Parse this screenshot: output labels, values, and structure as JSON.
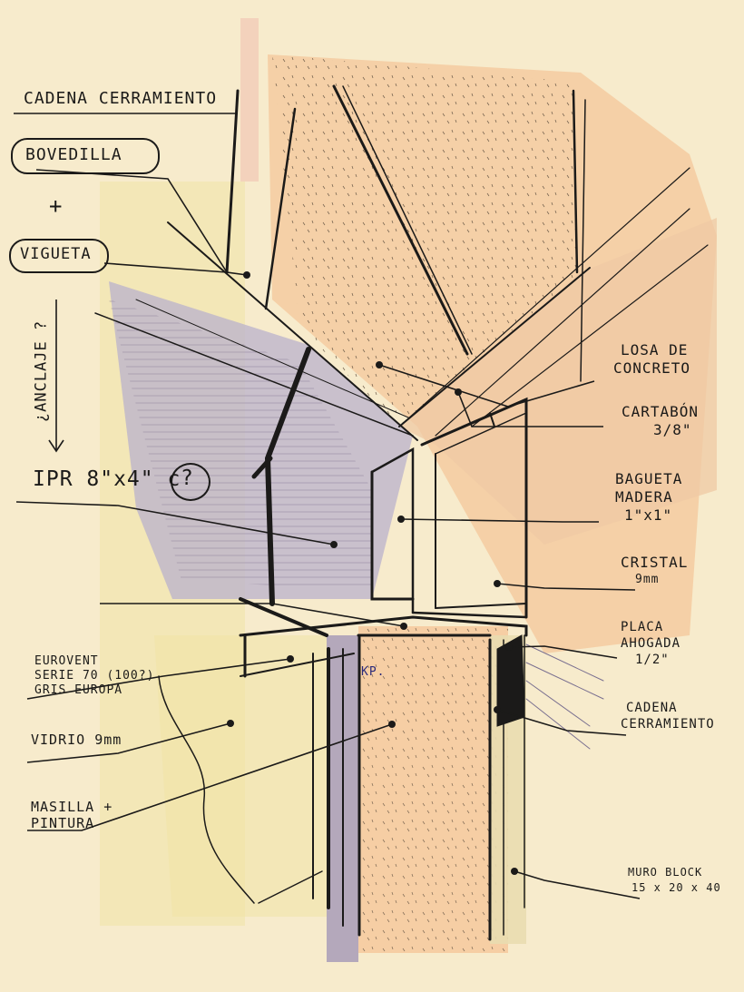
{
  "annotations_left": {
    "cadena_cerramiento": "CADENA CERRAMIENTO",
    "bovedilla": "BOVEDILLA",
    "plus": "+",
    "vigueta": "VIGUETA",
    "anclaje": "¿ANCLAJE ?",
    "ipr": "IPR 8\"x4\" c",
    "question": "?",
    "eurovent_1": "EUROVENT",
    "eurovent_2": "SERIE 70 (100?)",
    "eurovent_3": "GRIS EUROPA",
    "vidrio": "VIDRIO 9mm",
    "masilla_1": "MASILLA +",
    "masilla_2": "PINTURA"
  },
  "annotations_right": {
    "losa_1": "LOSA DE",
    "losa_2": "CONCRETO",
    "cartabon_1": "CARTABÓN",
    "cartabon_2": "3/8\"",
    "bagueta_1": "BAGUETA",
    "bagueta_2": "MADERA",
    "bagueta_3": "1\"x1\"",
    "cristal_1": "CRISTAL",
    "cristal_2": "9mm",
    "placa_1": "PLACA",
    "placa_2": "AHOGADA",
    "placa_3": "1/2\"",
    "cadena_1": "CADENA",
    "cadena_2": "CERRAMIENTO",
    "muro_1": "MURO BLOCK",
    "muro_2": "15 x 20 x 40"
  },
  "annotations_center": {
    "initials": "KP."
  },
  "colors": {
    "paper": "#f7ebcc",
    "concrete_peach": "#f5cba0",
    "slab_tan": "#efc9a4",
    "steel_lavender": "#b9b2cc",
    "shadow_lavender": "#9e92b6",
    "wall_yellow": "#f1e3a6",
    "ink": "#1b1a19",
    "initials_blue": "#2b2a7a"
  }
}
